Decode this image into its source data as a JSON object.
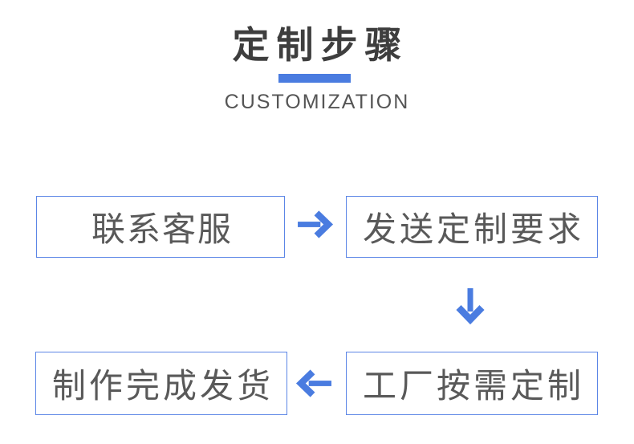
{
  "header": {
    "title": "定制步骤",
    "subtitle": "CUSTOMIZATION"
  },
  "flow": {
    "steps": [
      {
        "label": "联系客服"
      },
      {
        "label": "发送定制要求"
      },
      {
        "label": "工厂按需定制"
      },
      {
        "label": "制作完成发货"
      }
    ],
    "arrows": [
      {
        "direction": "right",
        "from": "联系客服",
        "to": "发送定制要求"
      },
      {
        "direction": "down",
        "from": "发送定制要求",
        "to": "工厂按需定制"
      },
      {
        "direction": "left",
        "from": "工厂按需定制",
        "to": "制作完成发货"
      }
    ]
  },
  "colors": {
    "accent": "#4a7ce0",
    "box_border": "#5c86e6",
    "title_text": "#3e3e3e",
    "subtitle_text": "#555555",
    "step_text": "#595959"
  }
}
